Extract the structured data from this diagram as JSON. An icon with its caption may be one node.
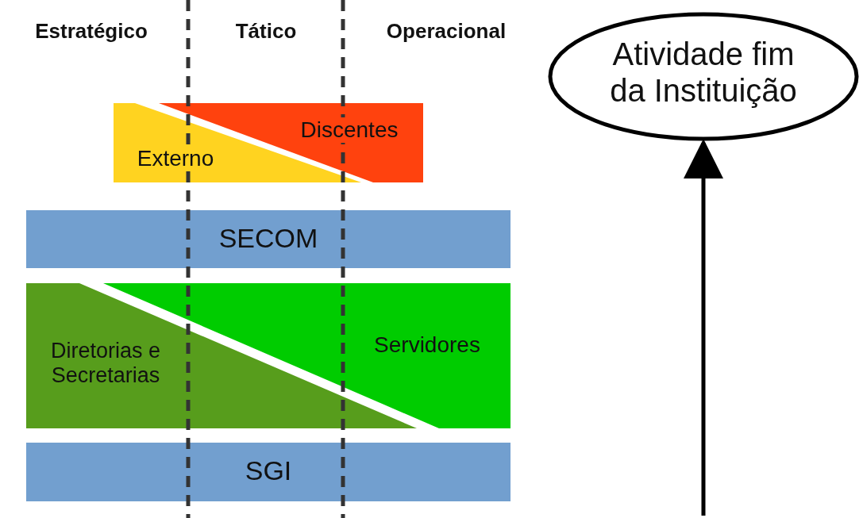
{
  "diagram": {
    "nodes": [
      {
        "text": [
          "Externo"
        ]
      },
      {
        "text": [
          "Discentes"
        ]
      },
      {
        "text": [
          "SECOM"
        ]
      },
      {
        "text": [
          "Diretorias e Secretarias"
        ]
      },
      {
        "text": [
          "Servidores"
        ]
      },
      {
        "text": [
          "SGI"
        ]
      },
      {
        "text": [
          "Atividade fim da Instituição"
        ]
      }
    ],
    "edges": [
      {
        "from": null,
        "to": 6,
        "arrow": "to"
      }
    ],
    "labels": [
      "Estratégico",
      "Tático",
      "Operacional"
    ]
  }
}
